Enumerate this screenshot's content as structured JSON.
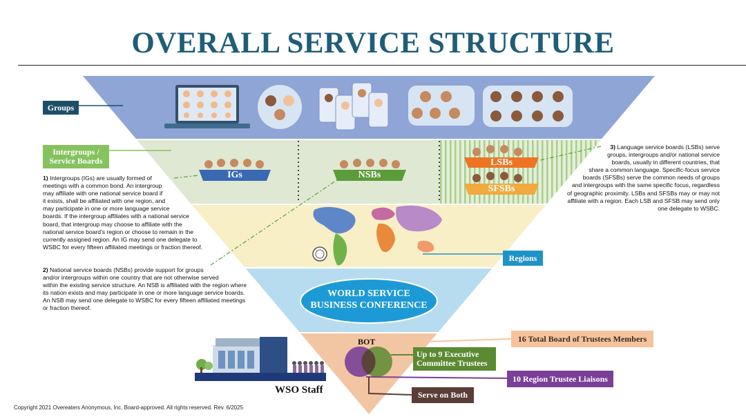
{
  "title": "OVERALL SERVICE STRUCTURE",
  "labels": {
    "groups": "Groups",
    "intergroups": "Intergroups / Service Boards",
    "igs": "IGs",
    "nsbs": "NSBs",
    "lsbs": "LSBs",
    "sfsbs": "SFSBs",
    "regions": "Regions",
    "wsbc_line1": "WORLD SERVICE",
    "wsbc_line2": "BUSINESS CONFERENCE",
    "bot": "BOT",
    "total_board": "16 Total Board of Trustees Members",
    "exec_line1": "Up to 9 Executive",
    "exec_line2": "Committee Trustees",
    "region_liaisons": "10 Region Trustee Liaisons",
    "serve_both": "Serve on Both",
    "wso_staff": "WSO Staff"
  },
  "notes": {
    "ig_num": "1)",
    "ig_lines": [
      "Intergroups (IGs) are usually formed of",
      "meetings with a common bond. An intergroup",
      "may affiliate with one national service board if",
      "it exists, shall be affiliated with one region, and",
      "may participate in one or more language service",
      "boards. If the intergroup affiliates with a national service",
      "board, that intergroup may choose to affiliate with the",
      "national service board's region or choose to remain in the",
      "currently assigned region. An IG may send one delegate to",
      "WSBC for every fifteen affiliated meetings or fraction thereof."
    ],
    "nsb_num": "2)",
    "nsb_lines": [
      "National service boards (NSBs) provide support for groups",
      "and/or intergroups within one country that are not otherwise served",
      "within the existing service structure. An NSB is affiliated with the region where",
      "its nation exists and may participate in one or more language service boards.",
      "An NSB may send one delegate to WSBC for every fifteen affiliated meetings",
      "or fraction thereof."
    ],
    "lsb_num": "3)",
    "lsb_lines": [
      "Language service boards (LSBs) serve",
      "groups, intergroups and/or national service",
      "boards, usually in different countries, that",
      "share a common language. Specific-focus service",
      "boards (SFSBs) serve the common needs of groups",
      "and intergroups with the same specific focus, regardless",
      "of geographic proximity. LSBs and SFSBs may or may not",
      "affiliate with a region. Each LSB and SFSB may send only",
      "one delegate to WSBC."
    ]
  },
  "copyright": "Copyright 2021 Overeaters Anonymous, Inc. Board-approved. All rights reserved. Rev. 6/2025",
  "colors": {
    "title": "#1f5d78",
    "groups_band": "#8fa5d6",
    "intergroups_band": "#dfe8d2",
    "regions_band": "#f8efc6",
    "wsbc_band": "#b7dcef",
    "bot_band": "#f3c6a3",
    "groups_tag": "#1d4e68",
    "intergroups_tag": "#86c25d",
    "igs": "#3969b3",
    "nsbs": "#5c9b3a",
    "lsbs": "#ee7424",
    "sfsbs": "#f2a93d",
    "regions_tag": "#1f93c9",
    "wsbc_oval": "#1d9ad6",
    "exec": "#5b8a32",
    "liaison": "#7a3f98",
    "total_board": "#f6c39c",
    "serve_both": "#5a3d36"
  }
}
